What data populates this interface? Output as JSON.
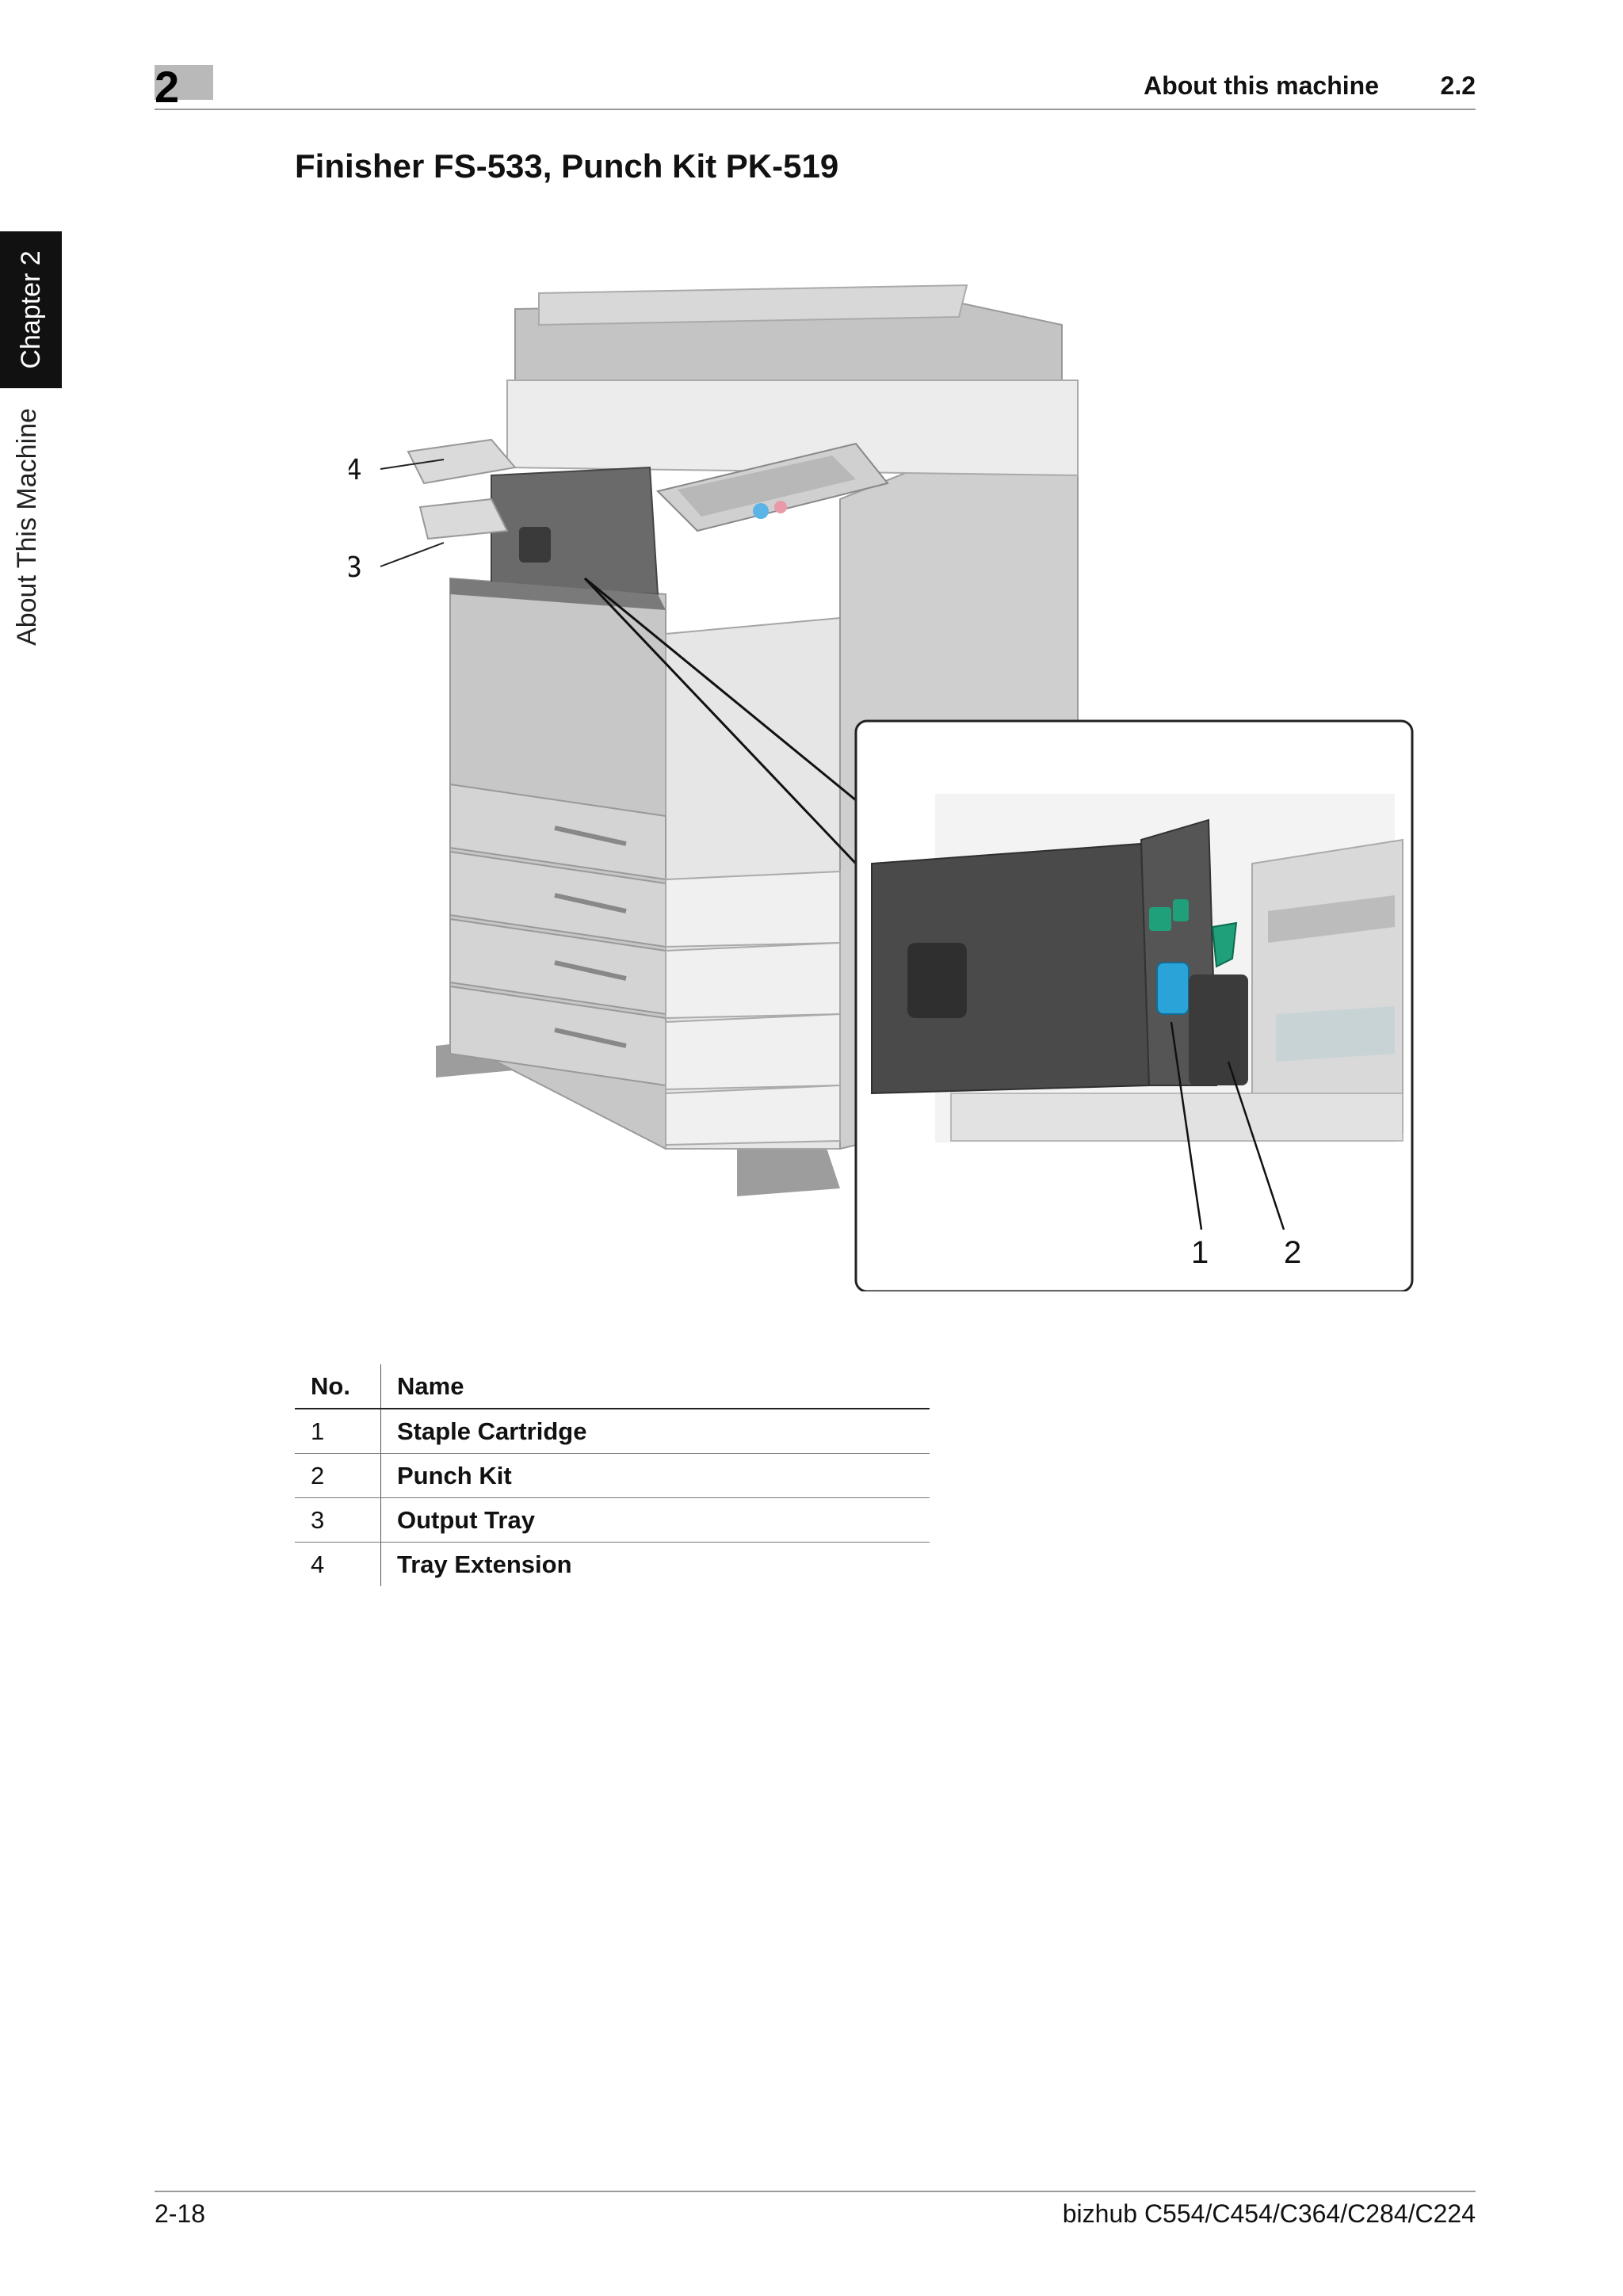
{
  "header": {
    "chapter_number": "2",
    "section_title": "About this machine",
    "section_number": "2.2"
  },
  "side_tabs": {
    "chapter": "Chapter 2",
    "section": "About This Machine"
  },
  "page_title": "Finisher FS-533, Punch Kit PK-519",
  "illustration": {
    "callouts": [
      "1",
      "2",
      "3",
      "4"
    ]
  },
  "table": {
    "headers": {
      "no": "No.",
      "name": "Name"
    },
    "rows": [
      {
        "no": "1",
        "name": "Staple Cartridge"
      },
      {
        "no": "2",
        "name": "Punch Kit"
      },
      {
        "no": "3",
        "name": "Output Tray"
      },
      {
        "no": "4",
        "name": "Tray Extension"
      }
    ]
  },
  "footer": {
    "page_number": "2-18",
    "model": "bizhub C554/C454/C364/C284/C224"
  },
  "colors": {
    "machine_gray": "#d2d2d2",
    "finisher_dark": "#4a4a4a",
    "staple_blue": "#2aa4d8",
    "lever_green": "#1fa07a",
    "panel_button_blue": "#5bb4e6",
    "panel_button_pink": "#e89aa8"
  }
}
